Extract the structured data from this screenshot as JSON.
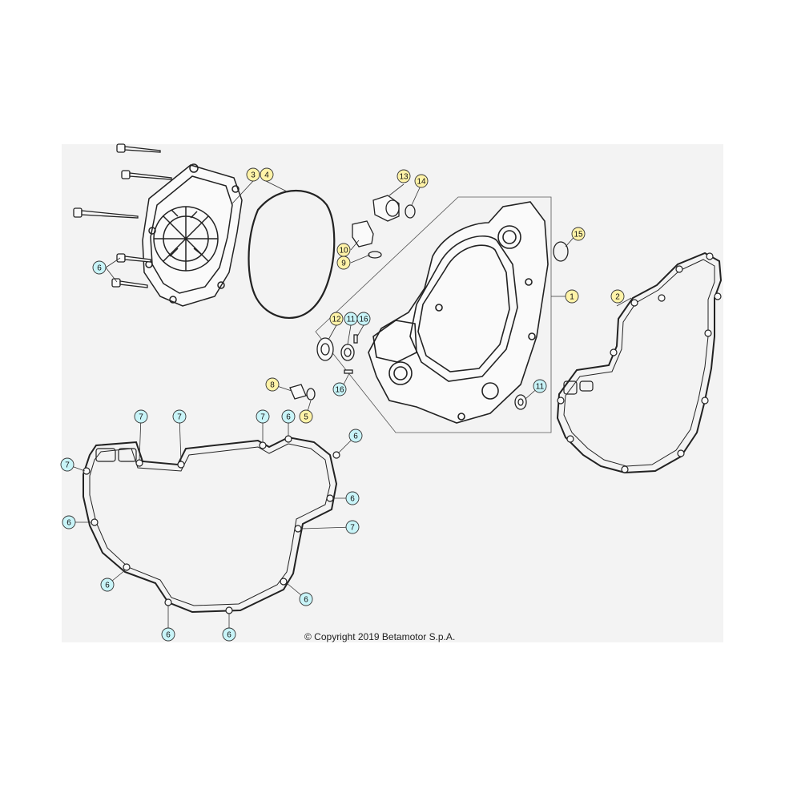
{
  "copyright": "© Copyright 2019 Betamotor S.p.A.",
  "colors": {
    "background": "#f3f3f3",
    "line": "#222222",
    "callout_yellow": "#fff3a8",
    "callout_cyan": "#c8f4f8"
  },
  "parts": [
    {
      "label": "1",
      "color": "yellow"
    },
    {
      "label": "2",
      "color": "yellow"
    },
    {
      "label": "3",
      "color": "yellow"
    },
    {
      "label": "4",
      "color": "yellow"
    },
    {
      "label": "5",
      "color": "yellow"
    },
    {
      "label": "6",
      "color": "cyan"
    },
    {
      "label": "7",
      "color": "cyan"
    },
    {
      "label": "8",
      "color": "yellow"
    },
    {
      "label": "9",
      "color": "yellow"
    },
    {
      "label": "10",
      "color": "yellow"
    },
    {
      "label": "11",
      "color": "cyan"
    },
    {
      "label": "12",
      "color": "yellow"
    },
    {
      "label": "13",
      "color": "yellow"
    },
    {
      "label": "14",
      "color": "yellow"
    },
    {
      "label": "15",
      "color": "yellow"
    },
    {
      "label": "16",
      "color": "cyan"
    }
  ]
}
